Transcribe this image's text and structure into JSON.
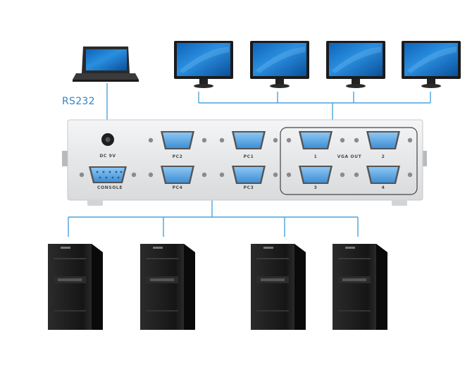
{
  "labels": {
    "rs232": "RS232",
    "dc_in": "DC 9V",
    "console": "CONSOLE",
    "pc1": "PC1",
    "pc2": "PC2",
    "pc3": "PC3",
    "pc4": "PC4",
    "vga_out": "VGA OUT",
    "out1": "1",
    "out2": "2",
    "out3": "3",
    "out4": "4"
  },
  "colors": {
    "connector_line": "#4aa3df",
    "port_blue": "#5aa6e6",
    "chassis": "#e9eaec",
    "screen": "#1e7fd0",
    "tower": "#1b1b1b"
  },
  "icons": {
    "laptop": "laptop-icon",
    "monitor": "monitor-icon",
    "tower": "pc-tower-icon",
    "vga_port": "vga-port-icon",
    "serial_port": "serial-port-icon",
    "power_jack": "power-jack-icon"
  }
}
